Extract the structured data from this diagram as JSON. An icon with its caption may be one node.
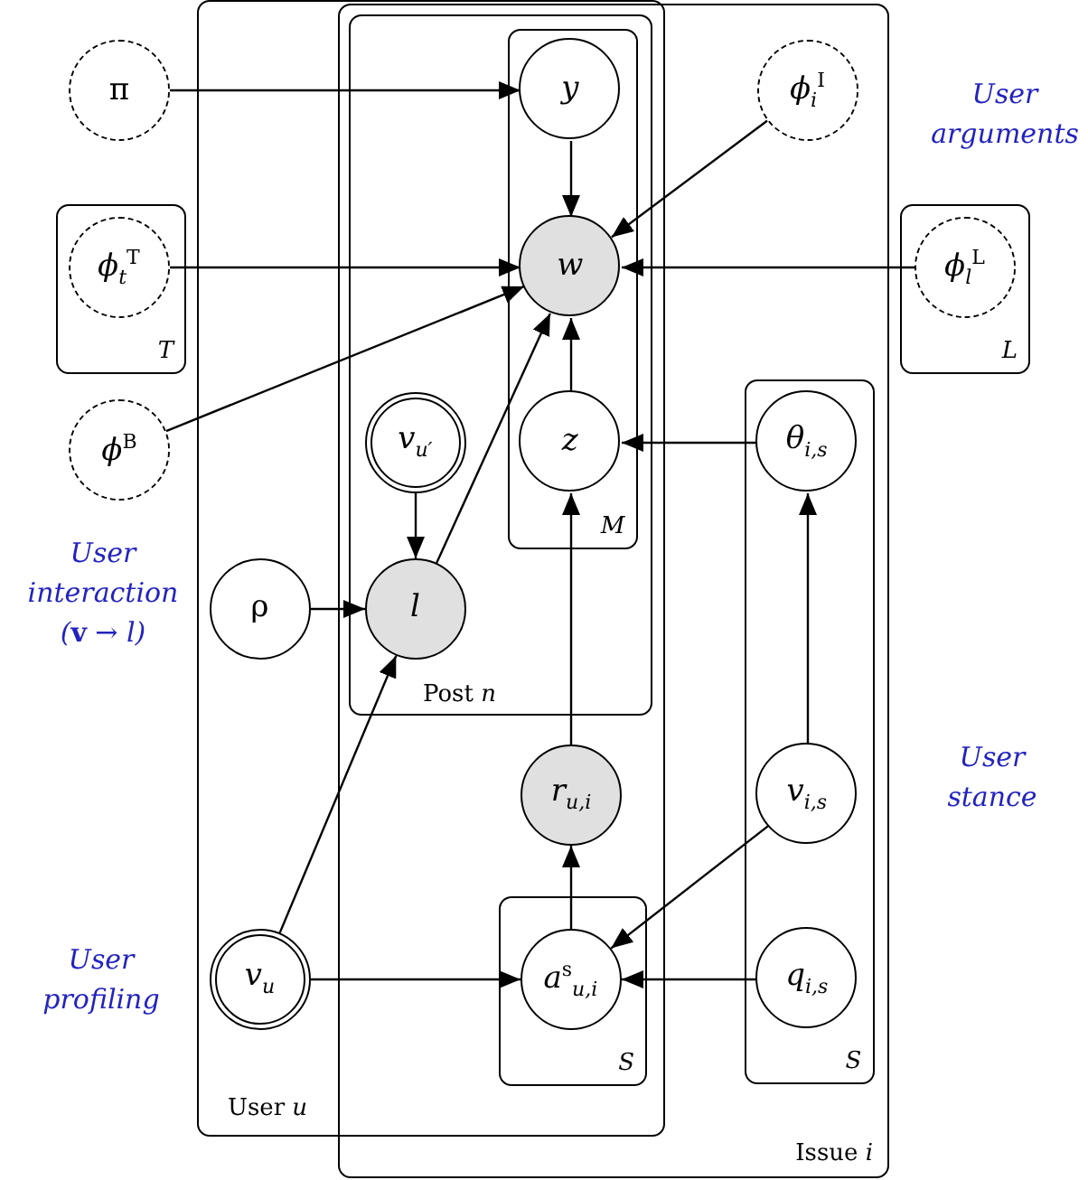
{
  "diagram": {
    "nodes": [
      {
        "text": [
          "User *u*"
        ]
      },
      {
        "text": [
          "Issue *i*"
        ]
      },
      {
        "text": [
          "Post *n*"
        ]
      },
      {
        "text": [
          "M"
        ],
        "in": 2
      },
      {
        "text": [
          "T"
        ]
      },
      {
        "text": [
          "L"
        ]
      },
      {
        "text": [
          "S"
        ],
        "in": 1
      },
      {
        "text": [
          "S"
        ]
      },
      {
        "text": [
          "π"
        ]
      },
      {
        "text": [
          "y"
        ],
        "in": 3
      },
      {
        "text": [
          "*ϕ*$_{i}$$^{I}$"
        ],
        "in": 1
      },
      {
        "text": [
          "*ϕ*$_{t}$$^{T}$"
        ],
        "in": 4
      },
      {
        "text": [
          "w"
        ],
        "in": 3
      },
      {
        "text": [
          "*ϕ*$_{l}$$^{L}$"
        ],
        "in": 5
      },
      {
        "text": [
          "*ϕ*$^{B}$"
        ]
      },
      {
        "text": [
          "*v*$_{u′}$"
        ],
        "in": 2
      },
      {
        "text": [
          "z"
        ],
        "in": 3
      },
      {
        "text": [
          "*θ*$_{i,s}$"
        ],
        "in": 6
      },
      {
        "text": [
          "ρ"
        ],
        "in": 0
      },
      {
        "text": [
          "l"
        ],
        "in": 2
      },
      {
        "text": [
          "*r*$_{u,i}$"
        ]
      },
      {
        "text": [
          "*v*$_{i,s}$"
        ],
        "in": 6
      },
      {
        "text": [
          "*v*$_{u}$"
        ],
        "in": 0
      },
      {
        "text": [
          "*a*$^{s}$$_{u,i}$"
        ],
        "in": 7
      },
      {
        "text": [
          "*q*$_{i,s}$"
        ],
        "in": 6
      }
    ],
    "edges": [
      {
        "from": 8,
        "to": 9,
        "arrow": "to"
      },
      {
        "from": 9,
        "to": 12,
        "arrow": "to"
      },
      {
        "from": 10,
        "to": 12,
        "arrow": "to"
      },
      {
        "from": 11,
        "to": 12,
        "arrow": "to"
      },
      {
        "from": 13,
        "to": 12,
        "arrow": "to"
      },
      {
        "from": 14,
        "to": 12,
        "arrow": "to"
      },
      {
        "from": 19,
        "to": 12,
        "arrow": "to"
      },
      {
        "from": 16,
        "to": 12,
        "arrow": "to"
      },
      {
        "from": 15,
        "to": 19,
        "arrow": "to"
      },
      {
        "from": 17,
        "to": 16,
        "arrow": "to"
      },
      {
        "from": 18,
        "to": 19,
        "arrow": "to"
      },
      {
        "from": 22,
        "to": 19,
        "arrow": "to"
      },
      {
        "from": 20,
        "to": 16,
        "arrow": "to"
      },
      {
        "from": 21,
        "to": 17,
        "arrow": "to"
      },
      {
        "from": 23,
        "to": 20,
        "arrow": "to"
      },
      {
        "from": 21,
        "to": 23,
        "arrow": "to"
      },
      {
        "from": 22,
        "to": 23,
        "arrow": "to"
      },
      {
        "from": 24,
        "to": 23,
        "arrow": "to"
      }
    ],
    "labels": [
      "User arguments",
      "User interaction (**v** → l)",
      "User stance",
      "User profiling"
    ]
  }
}
